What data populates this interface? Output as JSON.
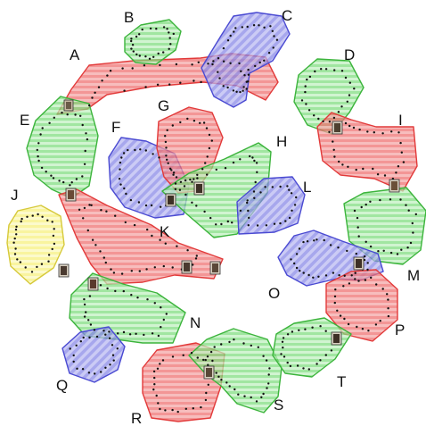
{
  "legend_colors": {
    "red": "#ee6e6e",
    "green": "#7ddc7d",
    "blue": "#8585e6",
    "yellow": "#f6f07a",
    "red_stroke": "#e23a3a",
    "green_stroke": "#3cb43c",
    "blue_stroke": "#4a4ad2",
    "yellow_stroke": "#d6c93a"
  },
  "labels": [
    "A",
    "B",
    "C",
    "D",
    "E",
    "F",
    "G",
    "H",
    "I",
    "J",
    "K",
    "L",
    "M",
    "N",
    "O",
    "P",
    "Q",
    "R",
    "S",
    "T"
  ],
  "regions": [
    {
      "label": "A",
      "color": "red"
    },
    {
      "label": "B",
      "color": "green"
    },
    {
      "label": "C",
      "color": "blue"
    },
    {
      "label": "D",
      "color": "green"
    },
    {
      "label": "E",
      "color": "green"
    },
    {
      "label": "F",
      "color": "blue"
    },
    {
      "label": "G",
      "color": "red"
    },
    {
      "label": "H",
      "color": "green"
    },
    {
      "label": "I",
      "color": "red"
    },
    {
      "label": "J",
      "color": "yellow"
    },
    {
      "label": "K",
      "color": "red"
    },
    {
      "label": "L",
      "color": "blue"
    },
    {
      "label": "M",
      "color": "green"
    },
    {
      "label": "N",
      "color": "green"
    },
    {
      "label": "O",
      "color": "blue"
    },
    {
      "label": "P",
      "color": "red"
    },
    {
      "label": "Q",
      "color": "blue"
    },
    {
      "label": "R",
      "color": "red"
    },
    {
      "label": "S",
      "color": "green"
    },
    {
      "label": "T",
      "color": "green"
    }
  ]
}
